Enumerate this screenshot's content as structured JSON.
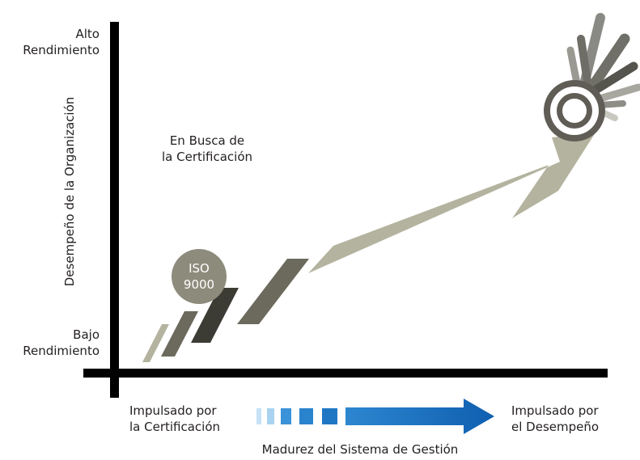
{
  "y_axis": {
    "high_label_line1": "Alto",
    "high_label_line2": "Rendimiento",
    "low_label_line1": "Bajo",
    "low_label_line2": "Rendimiento",
    "title": "Desempeño de la Organización"
  },
  "x_axis": {
    "left_label_line1": "Impulsado por",
    "left_label_line2": "la Certificación",
    "right_label_line1": "Impulsado por",
    "right_label_line2": "el Desempeño",
    "title": "Madurez del Sistema de Gestión"
  },
  "annotation": {
    "line1": "En Busca de",
    "line2": "la Certificación"
  },
  "badge": {
    "line1": "ISO",
    "line2": "9000"
  },
  "colors": {
    "axis": "#000000",
    "arrow_main": "#b3b39f",
    "stripe_light": "#b3b39f",
    "stripe_dark": "#3c3c35",
    "stripe_mid": "#6b6a5c",
    "blue_dark": "#1464b4",
    "blue_light": "#a9d3f1",
    "target": "#5f5d55"
  }
}
